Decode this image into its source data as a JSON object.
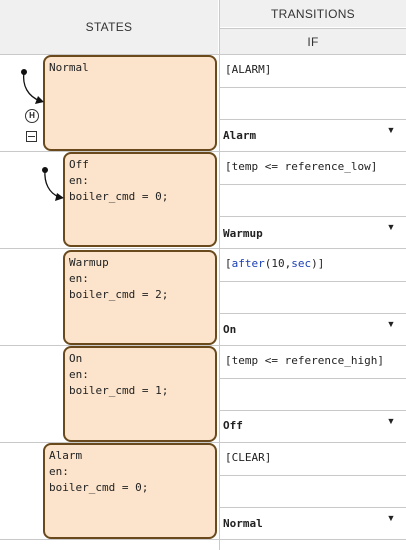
{
  "headers": {
    "states": "STATES",
    "transitions": "TRANSITIONS",
    "if": "IF"
  },
  "controls": {
    "history_label": "H"
  },
  "rows": [
    {
      "state": "Normal",
      "condition": "[ALARM]",
      "target": "Alarm"
    },
    {
      "state": "Off\nen:\nboiler_cmd = 0;",
      "condition": "[temp <= reference_low]",
      "target": "Warmup"
    },
    {
      "state": "Warmup\nen:\nboiler_cmd = 2;",
      "condition_parts": [
        "[",
        "after",
        "(10,",
        "sec",
        ")]"
      ],
      "target": "On"
    },
    {
      "state": "On\nen:\nboiler_cmd = 1;",
      "condition": "[temp <= reference_high]",
      "target": "Off"
    },
    {
      "state": "Alarm\nen:\nboiler_cmd = 0;",
      "condition": "[CLEAR]",
      "target": "Normal"
    }
  ]
}
